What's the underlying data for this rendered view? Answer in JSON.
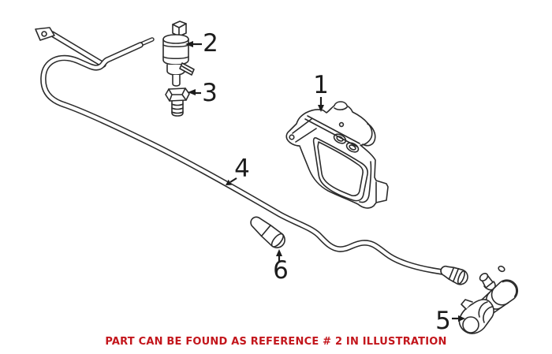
{
  "diagram": {
    "parts": [
      {
        "ref": "1"
      },
      {
        "ref": "2"
      },
      {
        "ref": "3"
      },
      {
        "ref": "4"
      },
      {
        "ref": "5"
      },
      {
        "ref": "6"
      }
    ]
  },
  "caption": {
    "text": "PART CAN BE FOUND AS REFERENCE # 2 IN ILLUSTRATION",
    "color": "#c3161c"
  },
  "colors": {
    "line_art": "#2b2b2b",
    "background": "#ffffff",
    "label": "#1c1c1c"
  }
}
